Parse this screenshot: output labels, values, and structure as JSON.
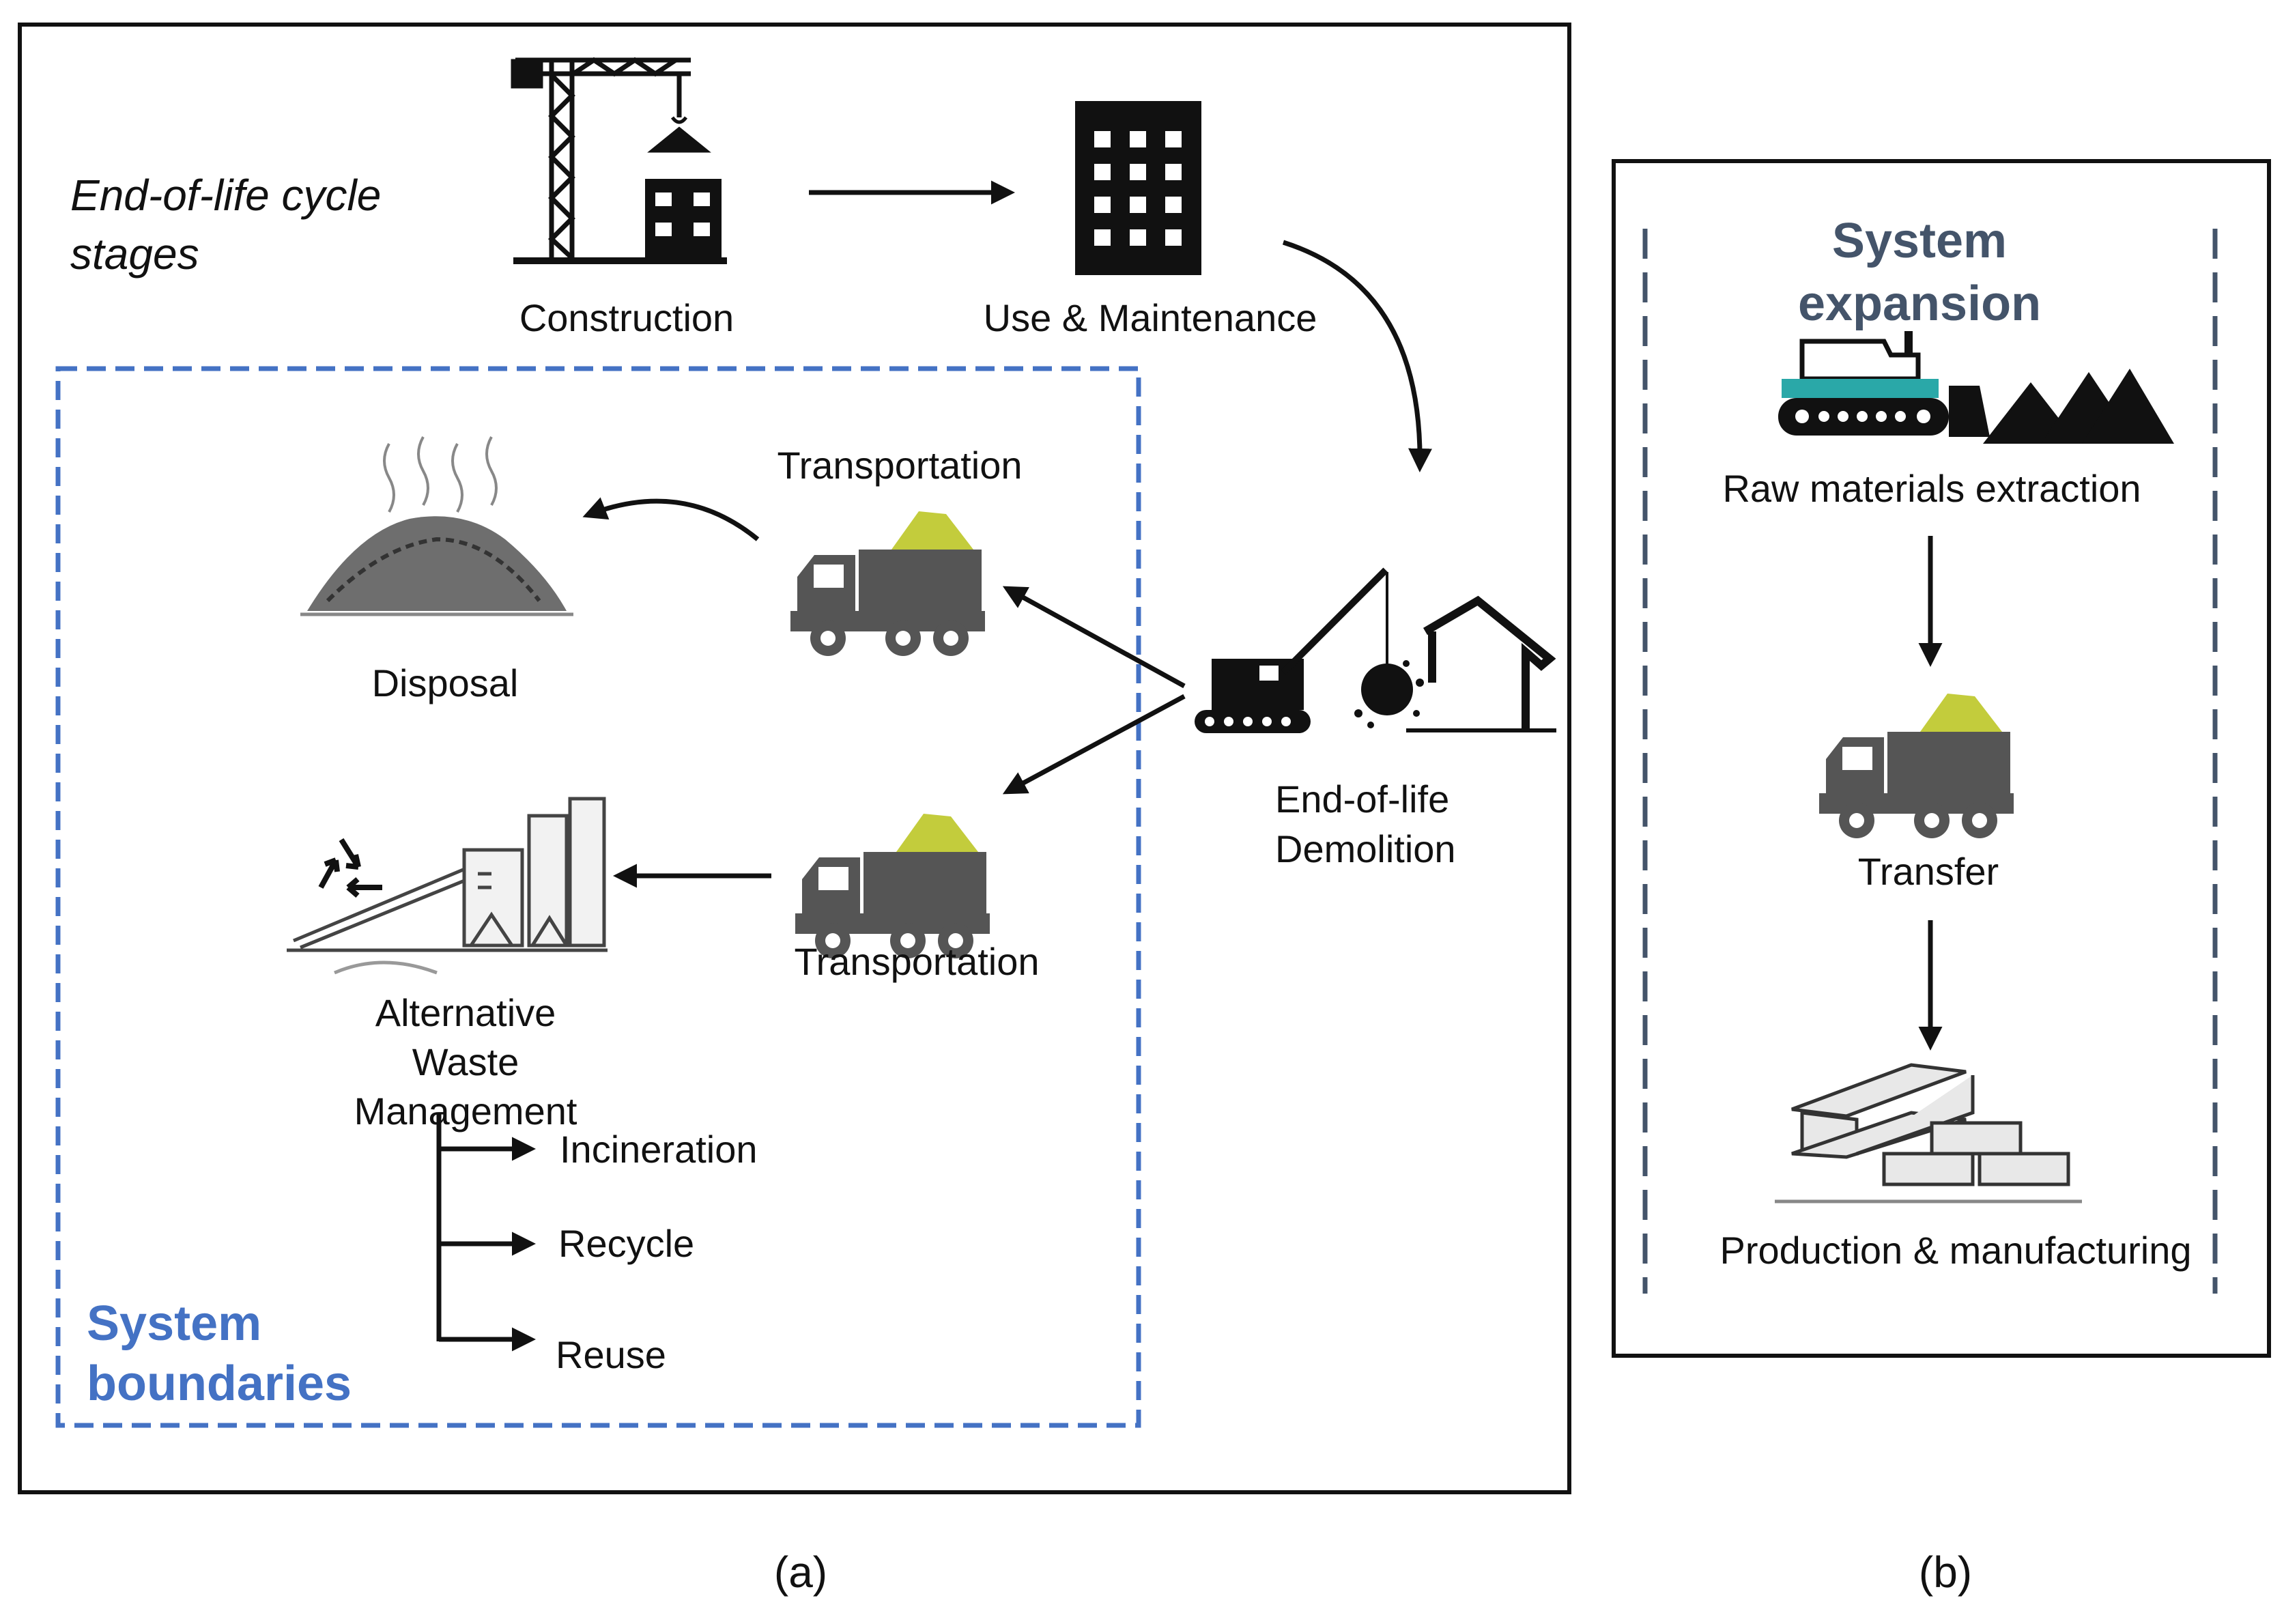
{
  "panel_a": {
    "stages_title_line1": "End-of-life cycle",
    "stages_title_line2": "stages",
    "construction": "Construction",
    "use_maintenance": "Use & Maintenance",
    "demolition_line1": "End-of-life",
    "demolition_line2": "Demolition",
    "transportation_top": "Transportation",
    "transportation_bottom": "Transportation",
    "disposal": "Disposal",
    "awm_line1": "Alternative",
    "awm_line2": "Waste",
    "awm_line3": "Management",
    "incineration": "Incineration",
    "recycle": "Recycle",
    "reuse": "Reuse",
    "boundaries_line1": "System",
    "boundaries_line2": "boundaries",
    "caption": "(a)"
  },
  "panel_b": {
    "title_line1": "System",
    "title_line2": "expansion",
    "raw_materials": "Raw materials extraction",
    "transfer": "Transfer",
    "production": "Production & manufacturing",
    "caption": "(b)"
  },
  "colors": {
    "boundary_blue": "#4472c4",
    "expansion_slate": "#44546a",
    "truck_gray": "#555555",
    "truck_load": "#c3cc3c",
    "bulldozer_teal": "#2aa8a8"
  },
  "icons": [
    "crane-icon",
    "building-icon",
    "demolition-icon",
    "truck-icon",
    "disposal-pile-icon",
    "recycling-plant-icon",
    "recycle-icon",
    "bulldozer-icon",
    "mountain-icon",
    "steel-beam-icon"
  ]
}
